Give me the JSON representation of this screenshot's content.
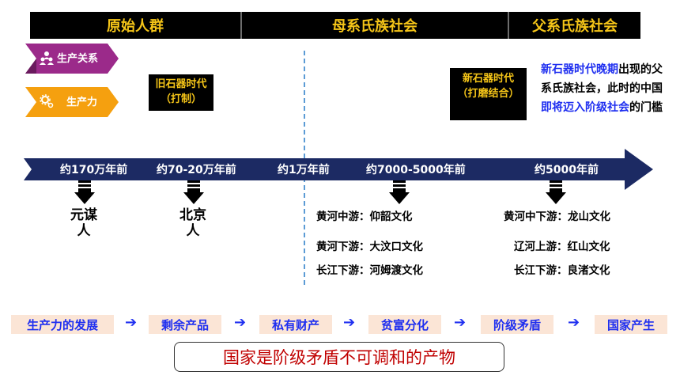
{
  "header": {
    "primitive": "原始人群",
    "matriarchal": "母系氏族社会",
    "patriarchal": "父系氏族社会"
  },
  "tags": {
    "relations": "生产关系",
    "productivity": "生产力"
  },
  "boxes": {
    "old_stone": "旧石器时代（打制）",
    "new_stone": "新石器时代（打磨结合）"
  },
  "note": {
    "p1": "新石器时代晚期",
    "p2": "出现的父系氏族社会，此时的中国",
    "p3": "即将迈入阶级社会",
    "p4": "的门槛"
  },
  "timeline": {
    "t1": "约170万年前",
    "t2": "约70-20万年前",
    "t3": "约1万年前",
    "t4": "约7000-5000年前",
    "t5": "约5000年前"
  },
  "sites": {
    "yuanmou": "元谋人",
    "beijing": "北京人"
  },
  "cultures": {
    "yangshao": "黄河中游：仰韶文化",
    "dawenkou": "黄河下游：大汶口文化",
    "hemudu": "长江下游：河姆渡文化",
    "longshan": "黄河中下游：龙山文化",
    "hongshan": "辽河上游：红山文化",
    "liangzhu": "长江下游：良渚文化"
  },
  "chain": {
    "c1": "生产力的发展",
    "c2": "剩余产品",
    "c3": "私有财产",
    "c4": "贫富分化",
    "c5": "阶级矛盾",
    "c6": "国家产生",
    "arrow": "➔"
  },
  "conclusion": "国家是阶级矛盾不可调和的产物",
  "colors": {
    "header_bg": "#000000",
    "header_text": "#f5c518",
    "timeline_arrow": "#1c2a63",
    "relations_tag": "#9b2a8a",
    "productivity_tag": "#f5a00f",
    "highlight_blue": "#1f2ff0",
    "conclusion_red": "#c00000",
    "chain_bg": "#fbe5d6",
    "divider": "#5b9bd5"
  }
}
